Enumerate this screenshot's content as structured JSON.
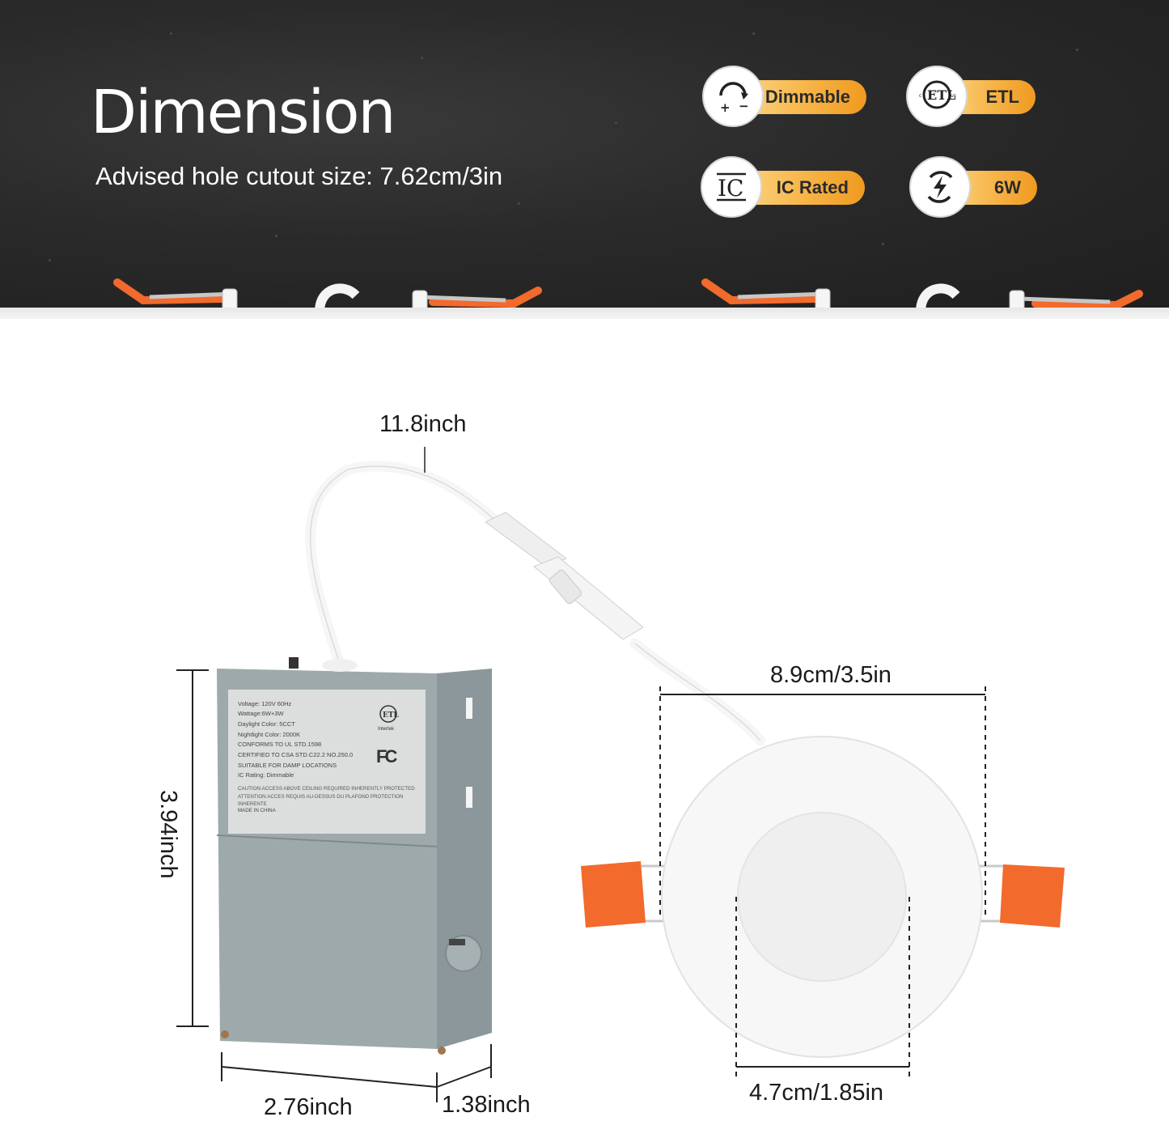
{
  "header": {
    "title": "Dimension",
    "subtitle": "Advised hole cutout size: 7.62cm/3in"
  },
  "badges": [
    {
      "label": "Dimmable",
      "icon": "dimmer-icon"
    },
    {
      "label": "ETL",
      "icon": "etl-listed-icon"
    },
    {
      "label": "IC Rated",
      "icon": "ic-rated-icon"
    },
    {
      "label": "6W",
      "icon": "power-bolt-icon"
    }
  ],
  "dimensions": {
    "cable_length": "11.8inch",
    "box_height": "3.94inch",
    "box_width": "2.76inch",
    "box_depth": "1.38inch",
    "trim_diameter": "8.9cm/3.5in",
    "light_diameter": "4.7cm/1.85in"
  },
  "junction_box_label": {
    "lines": [
      "Voltage: 120V 60Hz",
      "Wattage:6W+3W",
      "Daylight Color: 5CCT",
      "Nightlight Color: 2000K",
      "CONFORMS TO UL STD.1598",
      "CERTIFIED TO CSA STD.C22.2 NO.250.0",
      "SUITABLE FOR DAMP LOCATIONS",
      "IC Rating: Dimmable"
    ],
    "caution": "CAUTION:ACCESS ABOVE CEILING REQUIRED INHERENTLY PROTECTED ATTENTION:ACCES REQUIS AU-DESSUS DU PLAFOND PROTECTION INHERENTE",
    "origin": "MADE IN CHINA",
    "cert_mark": "Intertek",
    "fcc_mark": "FC"
  },
  "colors": {
    "banner": "#2a2a2a",
    "badge_gradient": [
      "#fbd98a",
      "#ef9a20"
    ],
    "spring_clip": "#f26a2c",
    "junction_box": "#9aa6a8"
  }
}
